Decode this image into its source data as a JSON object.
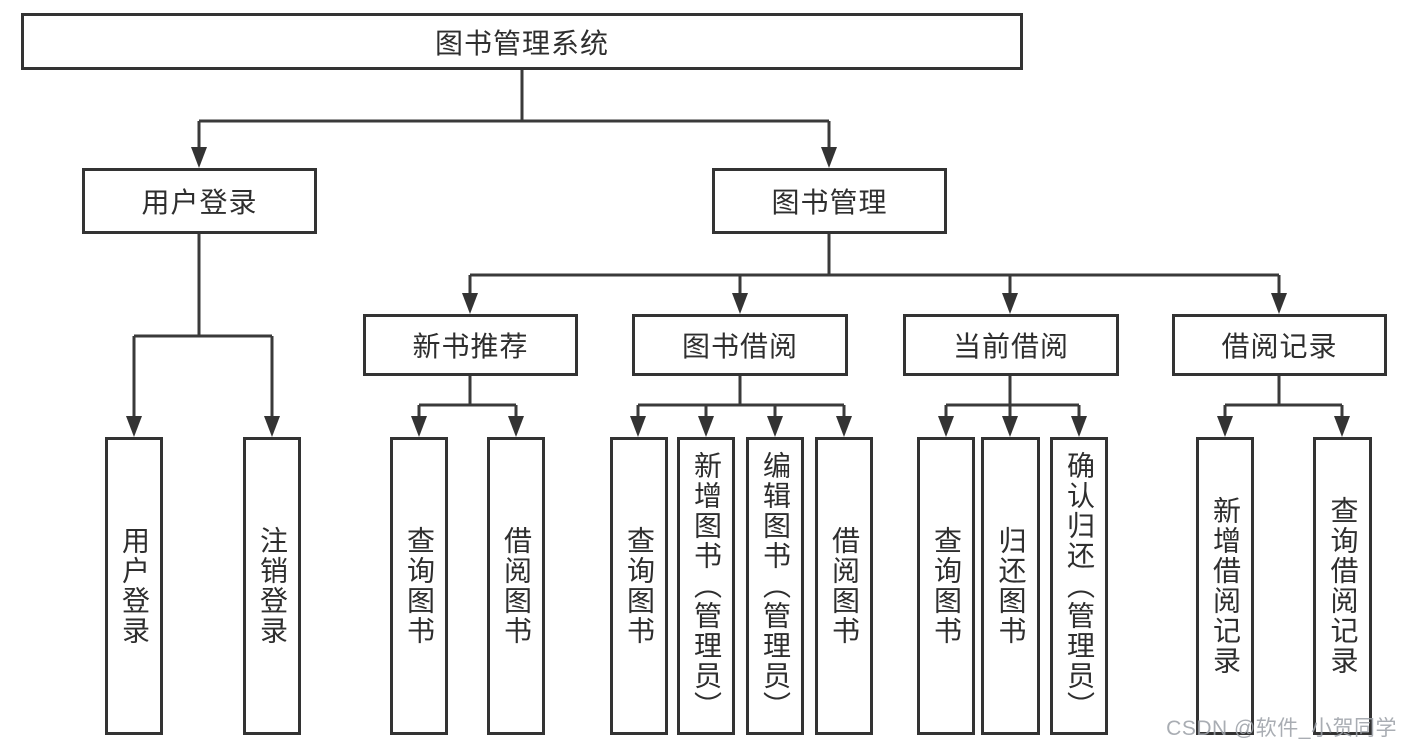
{
  "tree": {
    "label": "图书管理系统",
    "children": [
      {
        "label": "用户登录",
        "children": [
          {
            "label": "用户登录"
          },
          {
            "label": "注销登录"
          }
        ]
      },
      {
        "label": "图书管理",
        "children": [
          {
            "label": "新书推荐",
            "children": [
              {
                "label": "查询图书"
              },
              {
                "label": "借阅图书"
              }
            ]
          },
          {
            "label": "图书借阅",
            "children": [
              {
                "label": "查询图书"
              },
              {
                "label": "新增图书（管理员）"
              },
              {
                "label": "编辑图书（管理员）"
              },
              {
                "label": "借阅图书"
              }
            ]
          },
          {
            "label": "当前借阅",
            "children": [
              {
                "label": "查询图书"
              },
              {
                "label": "归还图书"
              },
              {
                "label": "确认归还（管理员）"
              }
            ]
          },
          {
            "label": "借阅记录",
            "children": [
              {
                "label": "新增借阅记录"
              },
              {
                "label": "查询借阅记录"
              }
            ]
          }
        ]
      }
    ]
  },
  "watermark": {
    "text": "CSDN @软件_小贺同学"
  },
  "colors": {
    "line": "#3a3a3a",
    "border": "#333333",
    "text": "#2e2e2e",
    "background": "#ffffff",
    "watermark": "#9da2a8"
  }
}
